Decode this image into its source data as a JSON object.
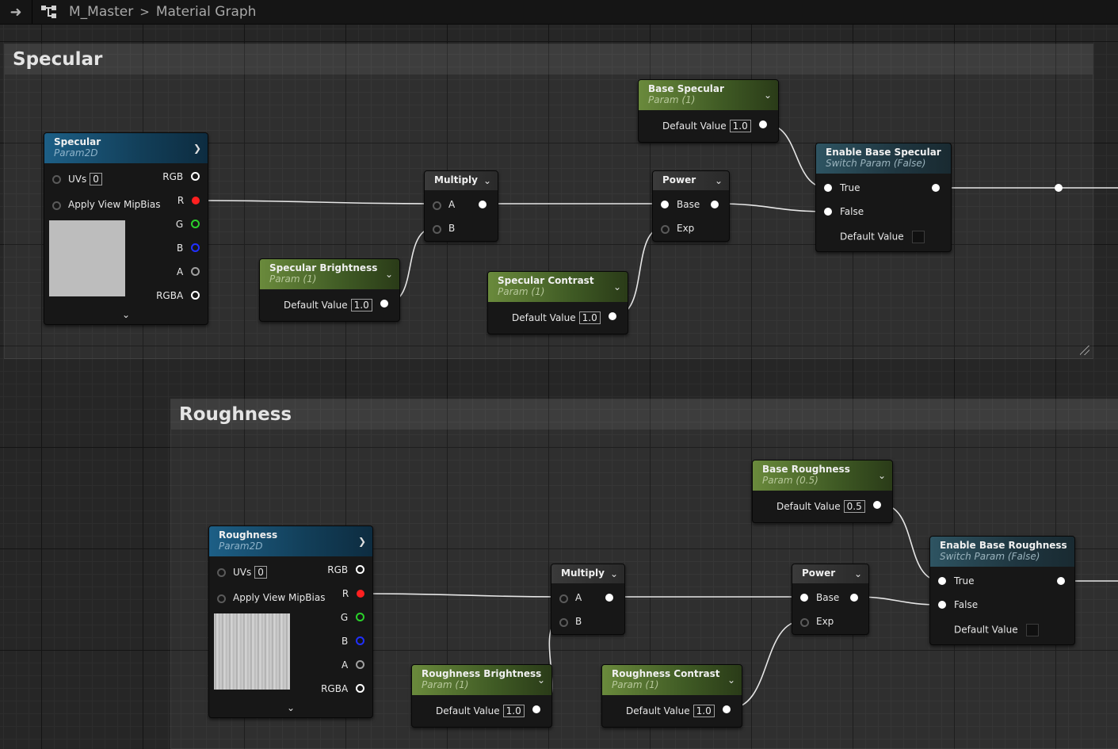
{
  "topbar": {
    "back_icon": "arrow-right-icon",
    "graph_icon": "graph-nodes-icon",
    "crumb_asset": "M_Master",
    "crumb_sep": ">",
    "crumb_graph": "Material Graph"
  },
  "colors": {
    "param_header": "#6a8a3c",
    "texture_header": "#1d5f86",
    "math_header": "#3a3a3a",
    "switch_header": "#2e5462",
    "pin_red": "#ff2020",
    "pin_green": "#2bd12b",
    "pin_blue": "#2030ff"
  },
  "specular": {
    "comment_title": "Specular",
    "texture": {
      "title": "Specular",
      "subtitle": "Param2D",
      "uvs_label": "UVs",
      "uvs_value": "0",
      "mip_label": "Apply View MipBias",
      "out_rgb": "RGB",
      "out_r": "R",
      "out_g": "G",
      "out_b": "B",
      "out_a": "A",
      "out_rgba": "RGBA"
    },
    "multiply": {
      "title": "Multiply",
      "in_a": "A",
      "in_b": "B"
    },
    "brightness": {
      "title": "Specular Brightness",
      "subtitle": "Param (1)",
      "default_label": "Default Value",
      "default_value": "1.0"
    },
    "power": {
      "title": "Power",
      "in_base": "Base",
      "in_exp": "Exp"
    },
    "contrast": {
      "title": "Specular Contrast",
      "subtitle": "Param (1)",
      "default_label": "Default Value",
      "default_value": "1.0"
    },
    "base_param": {
      "title": "Base Specular",
      "subtitle": "Param (1)",
      "default_label": "Default Value",
      "default_value": "1.0"
    },
    "switch": {
      "title": "Enable Base Specular",
      "subtitle": "Switch Param (False)",
      "in_true": "True",
      "in_false": "False",
      "default_label": "Default Value"
    }
  },
  "roughness": {
    "comment_title": "Roughness",
    "texture": {
      "title": "Roughness",
      "subtitle": "Param2D",
      "uvs_label": "UVs",
      "uvs_value": "0",
      "mip_label": "Apply View MipBias",
      "out_rgb": "RGB",
      "out_r": "R",
      "out_g": "G",
      "out_b": "B",
      "out_a": "A",
      "out_rgba": "RGBA"
    },
    "multiply": {
      "title": "Multiply",
      "in_a": "A",
      "in_b": "B"
    },
    "brightness": {
      "title": "Roughness Brightness",
      "subtitle": "Param (1)",
      "default_label": "Default Value",
      "default_value": "1.0"
    },
    "power": {
      "title": "Power",
      "in_base": "Base",
      "in_exp": "Exp"
    },
    "contrast": {
      "title": "Roughness Contrast",
      "subtitle": "Param (1)",
      "default_label": "Default Value",
      "default_value": "1.0"
    },
    "base_param": {
      "title": "Base Roughness",
      "subtitle": "Param (0.5)",
      "default_label": "Default Value",
      "default_value": "0.5"
    },
    "switch": {
      "title": "Enable Base Roughness",
      "subtitle": "Switch Param (False)",
      "in_true": "True",
      "in_false": "False",
      "default_label": "Default Value"
    }
  }
}
